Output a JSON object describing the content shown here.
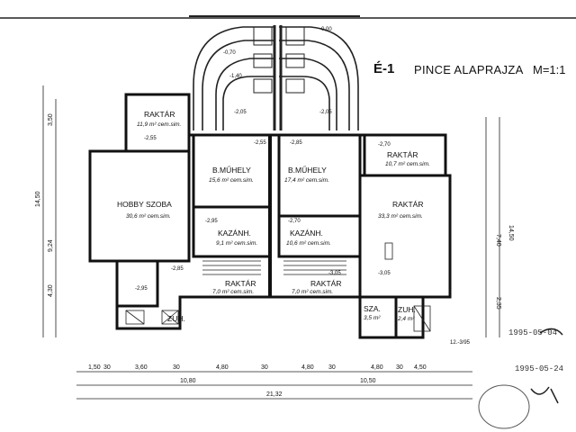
{
  "title": {
    "code": "É-1",
    "name": "PINCE ALAPRAJZA",
    "scale": "M=1:1"
  },
  "rooms": [
    {
      "id": "raktar-nw",
      "label": "RAKTÁR",
      "area": "11,9 m² cem.sim."
    },
    {
      "id": "hobby",
      "label": "HOBBY SZOBA",
      "area": "30,6 m² cem.sim."
    },
    {
      "id": "bmuhely-l",
      "label": "B.MŰHELY",
      "area": "15,6 m² cem.sim."
    },
    {
      "id": "kazanh-l",
      "label": "KAZÁNH.",
      "area": "9,1 m² cem.sim."
    },
    {
      "id": "raktar-l",
      "label": "RAKTÁR",
      "area": "7,0 m² cem.sim."
    },
    {
      "id": "zuh-l",
      "label": "ZUH.",
      "area": ""
    },
    {
      "id": "bmuhely-r",
      "label": "B.MŰHELY",
      "area": "17,4 m² cem.sim."
    },
    {
      "id": "kazanh-r",
      "label": "KAZÁNH.",
      "area": "10,6 m² cem.sim."
    },
    {
      "id": "raktar-r",
      "label": "RAKTÁR",
      "area": "7,0 m² cem.sim."
    },
    {
      "id": "raktar-ne",
      "label": "RAKTÁR",
      "area": "10,7 m² cem.sim."
    },
    {
      "id": "raktar-e",
      "label": "RAKTÁR",
      "area": "33,3 m² cem.sim."
    },
    {
      "id": "sza",
      "label": "SZA.",
      "area": "3,5 m²"
    },
    {
      "id": "zuh-r",
      "label": "ZUH.",
      "area": "2,4 m²"
    }
  ],
  "levels": [
    "-0,00",
    "-0,70",
    "-1,40",
    "-2,05",
    "-2,05",
    "-2,55",
    "-2,55",
    "-2,85",
    "-2,70",
    "-2,85",
    "-2,70",
    "-3,05",
    "-2,95",
    "-2,95",
    "-3,05"
  ],
  "dimensions": {
    "bottom_row1": [
      "1,50",
      "30",
      "3,60",
      "30",
      "4,80",
      "30",
      "4,80",
      "30",
      "4,80",
      "30",
      "4,50"
    ],
    "bottom_row2": [
      "10,80",
      "10,50"
    ],
    "bottom_total": "21,32",
    "left": [
      "14,50",
      "9,24",
      "4,30",
      "3,50"
    ],
    "right": [
      "14,50",
      "7,40",
      "2,35"
    ]
  },
  "stamps": [
    "1995-05-04",
    "1995-05-24",
    "12.-3/95"
  ],
  "colors": {
    "ink": "#151515",
    "paper": "#ffffff"
  }
}
